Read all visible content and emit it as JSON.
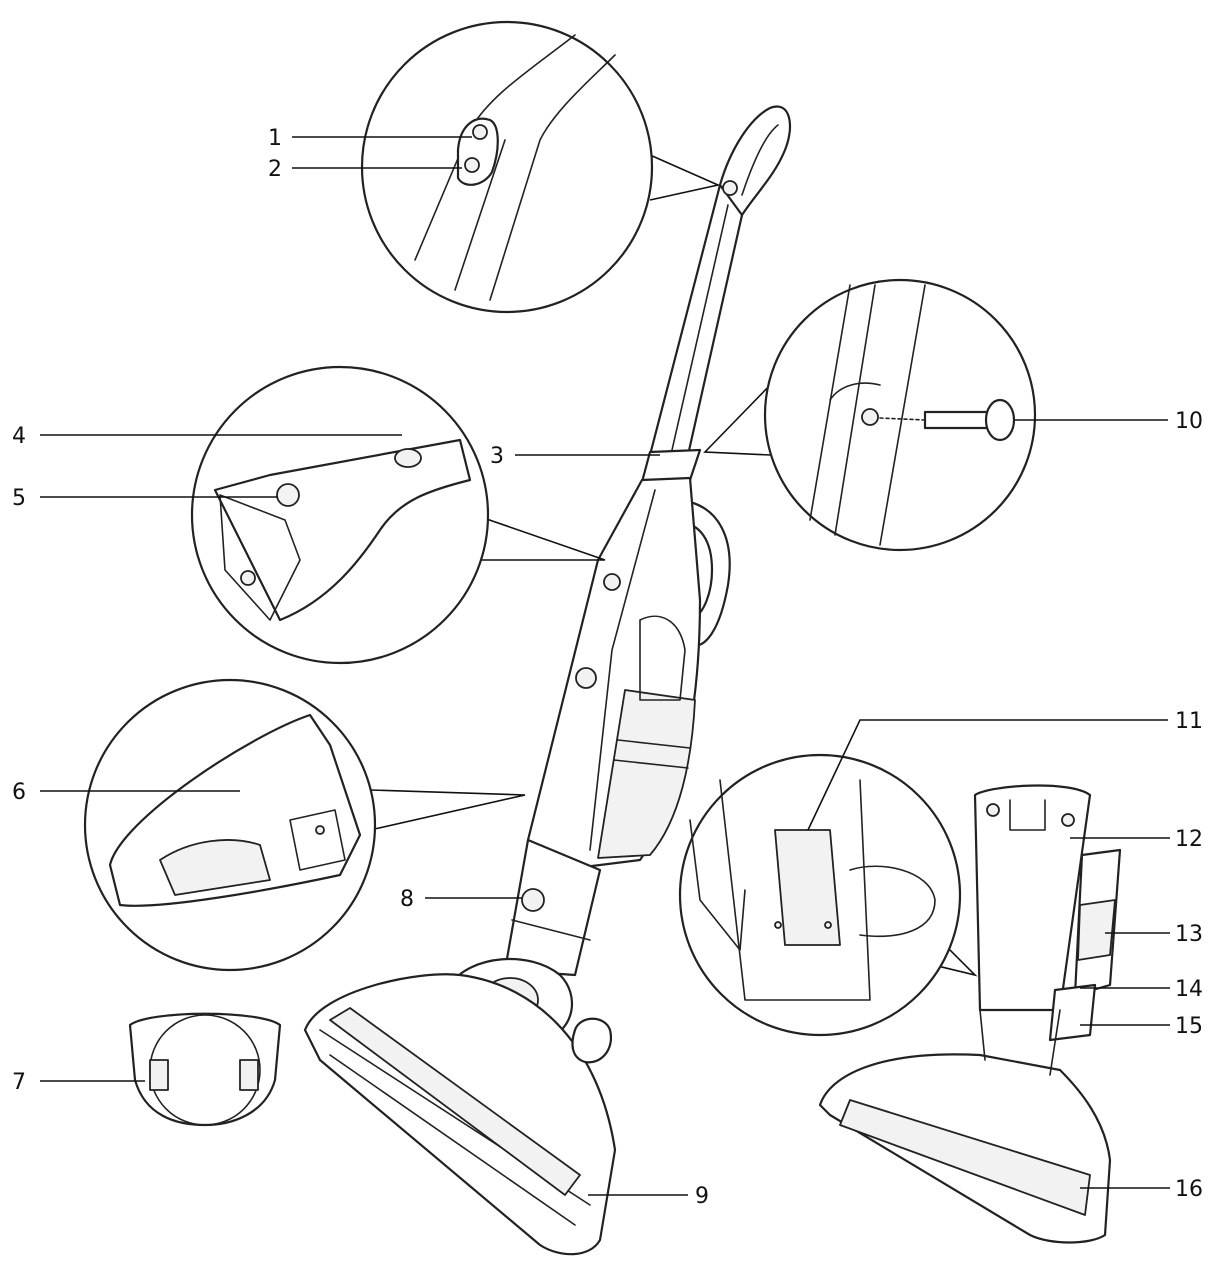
{
  "labels": [
    "1",
    "2",
    "3",
    "4",
    "5",
    "6",
    "7",
    "8",
    "9",
    "10",
    "11",
    "12",
    "13",
    "14",
    "15",
    "16"
  ],
  "colors": {
    "stroke": "#222222",
    "fill": "#ffffff",
    "shade": "#f2f2f2"
  }
}
